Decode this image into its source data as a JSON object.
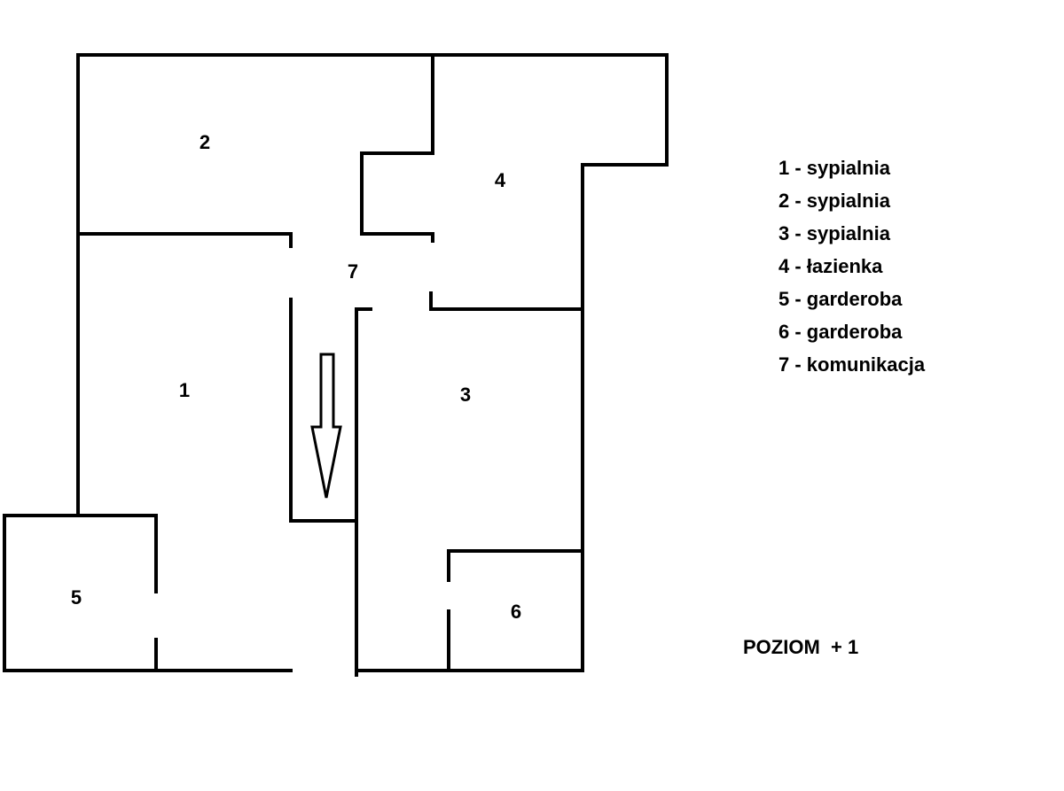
{
  "rooms": [
    {
      "number": "1"
    },
    {
      "number": "2"
    },
    {
      "number": "3"
    },
    {
      "number": "4"
    },
    {
      "number": "5"
    },
    {
      "number": "6"
    },
    {
      "number": "7"
    }
  ],
  "legend": [
    "1 - sypialnia",
    "2 - sypialnia",
    "3 - sypialnia",
    "4 - łazienka",
    "5 - garderoba",
    "6 - garderoba",
    "7 - komunikacja"
  ],
  "level": "POZIOM  + 1",
  "icons": {
    "stairs_direction": "down-arrow-icon"
  },
  "colors": {
    "walls": "#000000",
    "background": "#ffffff"
  }
}
